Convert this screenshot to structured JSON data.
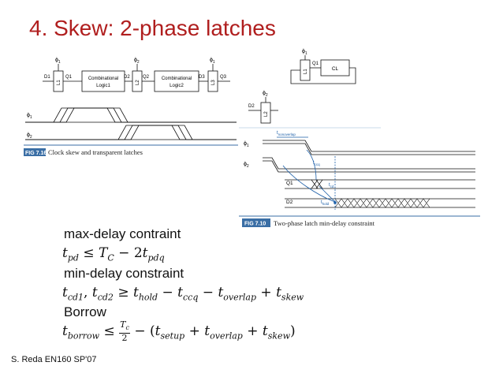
{
  "slide": {
    "title": "4. Skew: 2-phase latches",
    "footer": "S. Reda EN160 SP'07"
  },
  "fig716": {
    "tag": "FIG 7.16",
    "caption": "Clock skew and transparent latches",
    "phi1": "ϕ",
    "phi1_sub": "1",
    "phi2": "ϕ",
    "phi2_sub": "2",
    "d1": "D1",
    "q1": "Q1",
    "d2": "D2",
    "q2": "Q2",
    "d3": "D3",
    "q3": "Q3",
    "l1": "L1",
    "l2": "L2",
    "l3": "L3",
    "cl1_line1": "Combinational",
    "cl1_line2": "Logic1",
    "cl2_line1": "Combinational",
    "cl2_line2": "Logic2"
  },
  "fig710": {
    "tag": "FIG 7.10",
    "caption": "Two-phase latch min-delay constraint",
    "phi": "ϕ",
    "s1": "1",
    "s2": "2",
    "q1": "Q1",
    "d2": "D2",
    "l1": "L1",
    "l2": "L2",
    "cl": "CL",
    "t": "t",
    "nonoverlap": "nonoverlap",
    "ccq": "ccq",
    "cd": "cd",
    "hold": "hold"
  },
  "equations": {
    "heading1": "max-delay contraint",
    "heading2": "min-delay constraint",
    "heading3": "Borrow",
    "eq1": {
      "t": "t",
      "pd": "pd",
      "le": "≤",
      "T": "T",
      "C": "C",
      "minus": "−",
      "two": "2",
      "pdq": "pdq"
    },
    "eq2": {
      "t": "t",
      "cd1": "cd1",
      "comma": ",",
      "cd2": "cd2",
      "ge": "≥",
      "hold": "hold",
      "minus": "−",
      "ccq": "ccq",
      "overlap": "overlap",
      "plus": "+",
      "skew": "skew"
    },
    "eq3": {
      "t": "t",
      "borrow": "borrow",
      "le": "≤",
      "Tc": "T",
      "c": "c",
      "two": "2",
      "minus": "−",
      "lp": "(",
      "setup": "setup",
      "plus": "+",
      "overlap": "overlap",
      "skew": "skew",
      "rp": ")"
    }
  }
}
